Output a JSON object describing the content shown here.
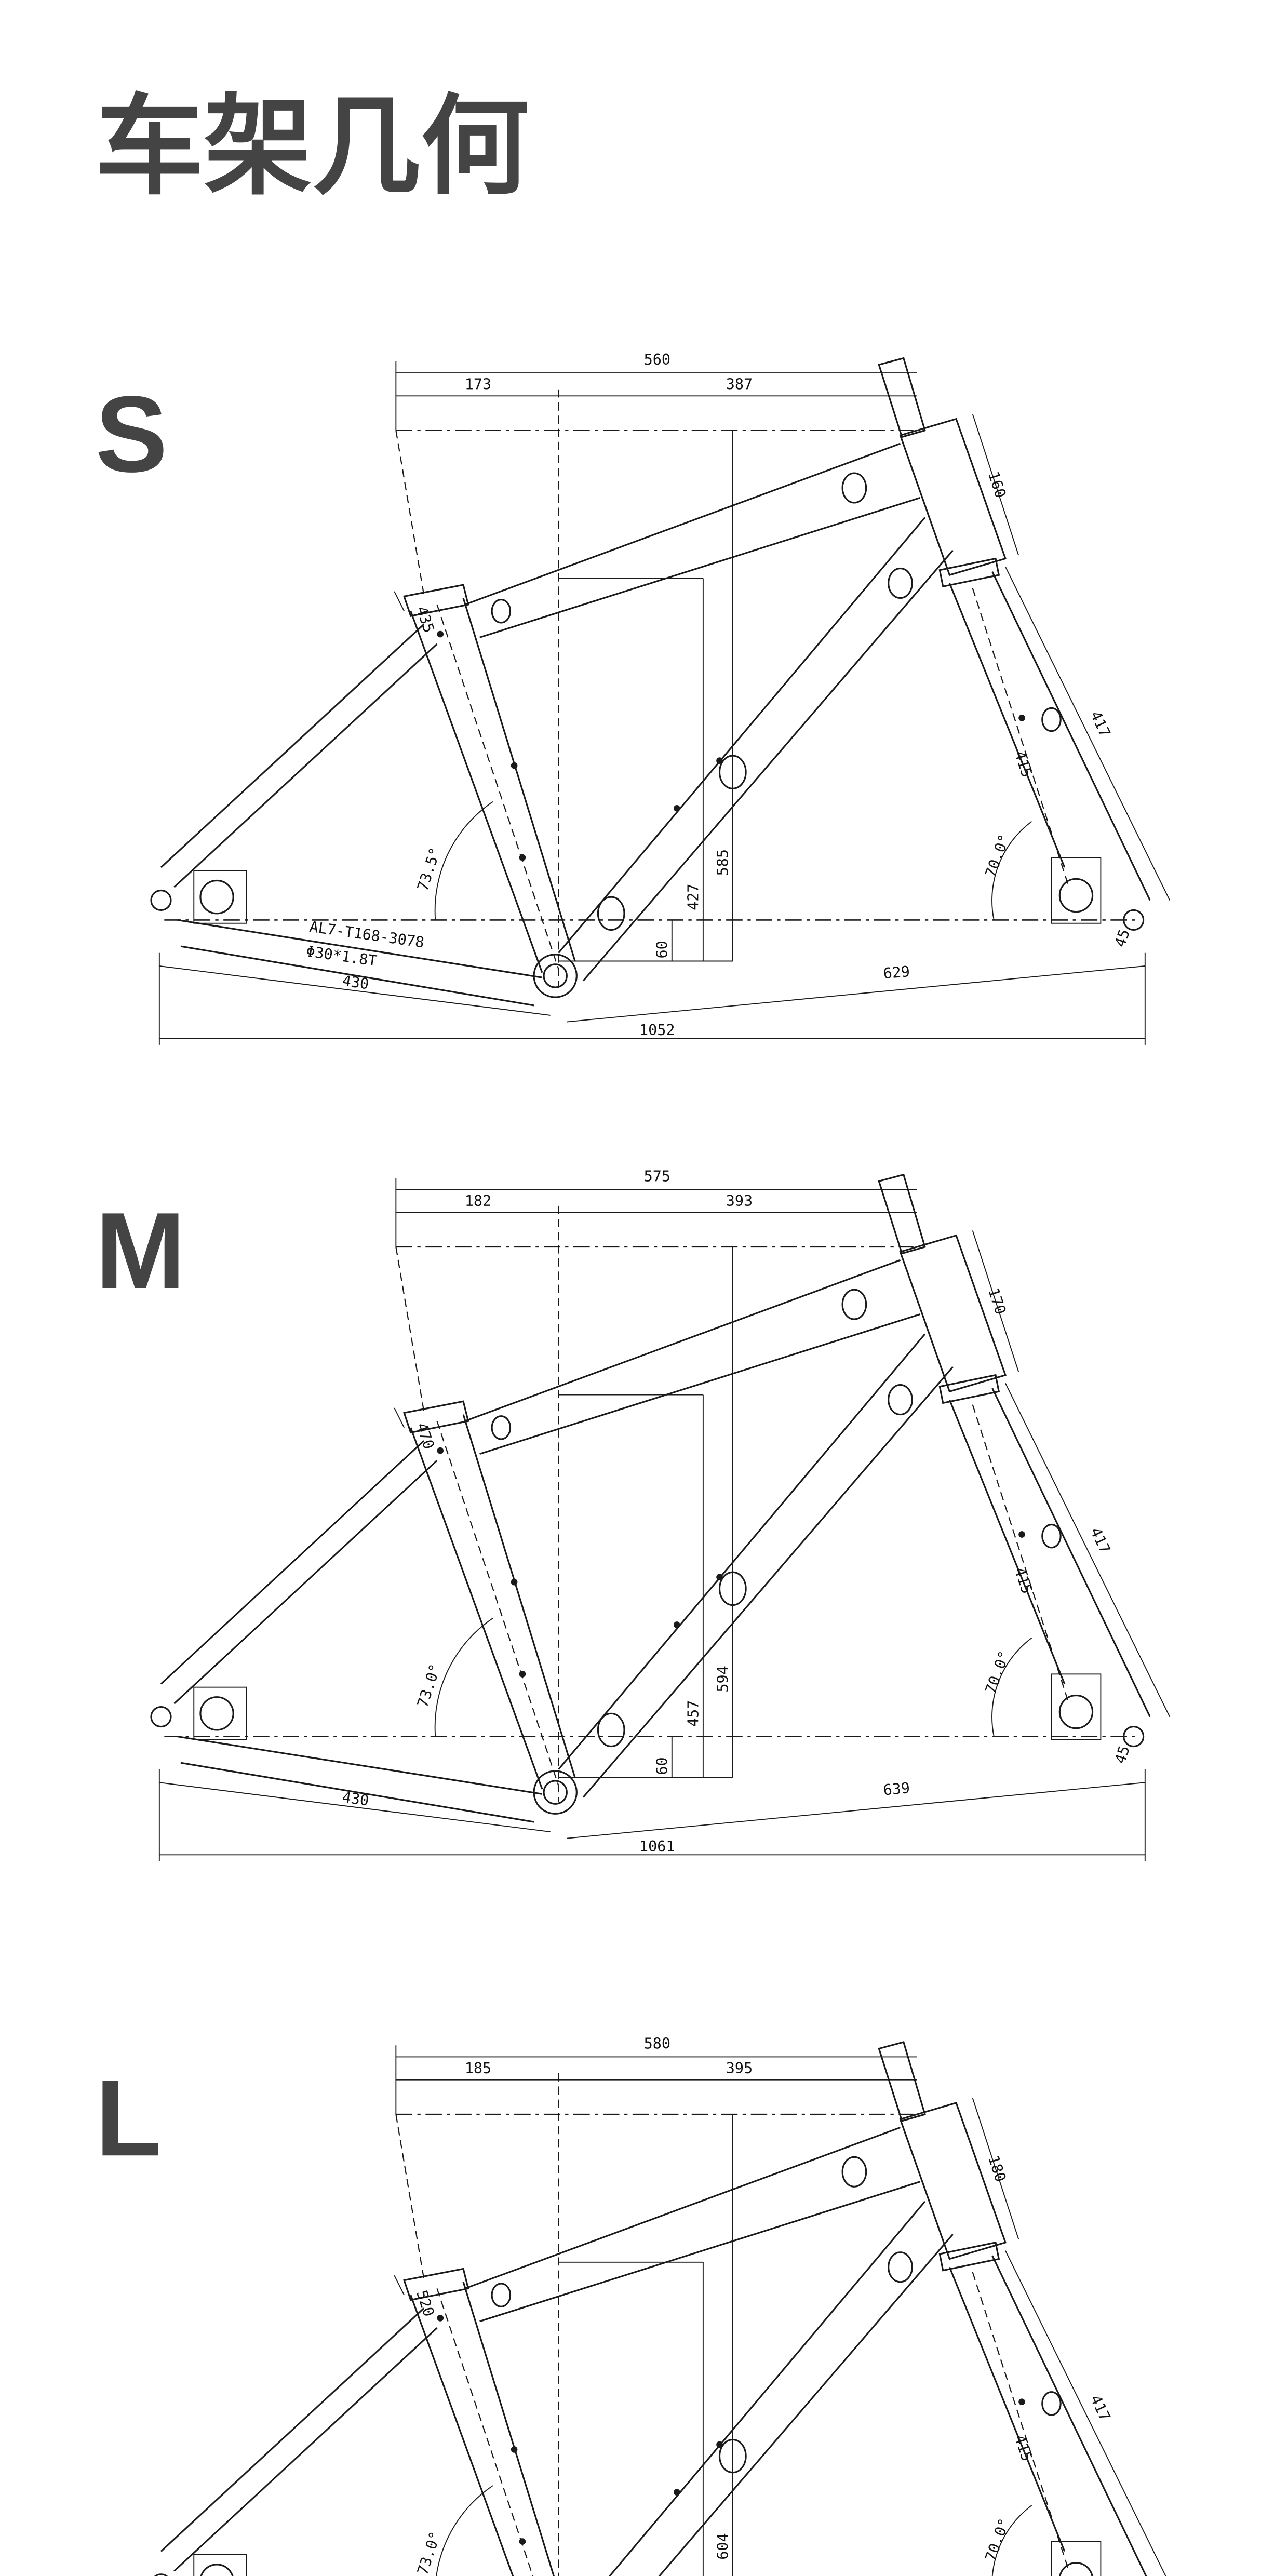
{
  "page": {
    "title": "车架几何"
  },
  "sizes": [
    {
      "label": "S",
      "total_reach": "560",
      "setback": "173",
      "reach": "387",
      "head_tube": "160",
      "seat_tube": "435",
      "fork_length": "417",
      "fork_axle": "415",
      "stack": "585",
      "standover": "427",
      "bb_drop": "60",
      "chainstay": "430",
      "front_center": "629",
      "wheelbase": "1052",
      "seat_angle": "73.5°",
      "head_angle": "70.0°",
      "dropout": "45",
      "tube_spec": "AL7-T168-3078",
      "tube_dia": "Φ30*1.8T"
    },
    {
      "label": "M",
      "total_reach": "575",
      "setback": "182",
      "reach": "393",
      "head_tube": "170",
      "seat_tube": "470",
      "fork_length": "417",
      "fork_axle": "415",
      "stack": "594",
      "standover": "457",
      "bb_drop": "60",
      "chainstay": "430",
      "front_center": "639",
      "wheelbase": "1061",
      "seat_angle": "73.0°",
      "head_angle": "70.0°",
      "dropout": "45"
    },
    {
      "label": "L",
      "total_reach": "580",
      "setback": "185",
      "reach": "395",
      "head_tube": "180",
      "seat_tube": "520",
      "fork_length": "417",
      "fork_axle": "415",
      "stack": "604",
      "seat_angle": "73.0°",
      "head_angle": "70.0°"
    }
  ]
}
